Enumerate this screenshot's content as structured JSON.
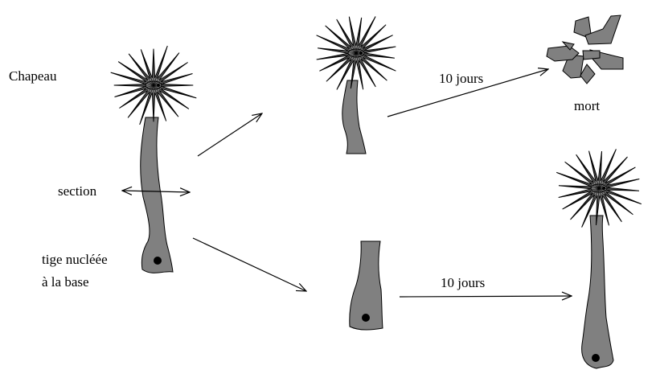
{
  "labels": {
    "cap": "Chapeau",
    "section": "section",
    "nucleated_stem_line1": "tige nucléée",
    "nucleated_stem_line2": "à la base",
    "days_top": "10 jours",
    "dead": "mort",
    "days_bottom": "10 jours"
  },
  "colors": {
    "organism_fill": "#808080",
    "outline": "#000000",
    "background": "#ffffff"
  }
}
